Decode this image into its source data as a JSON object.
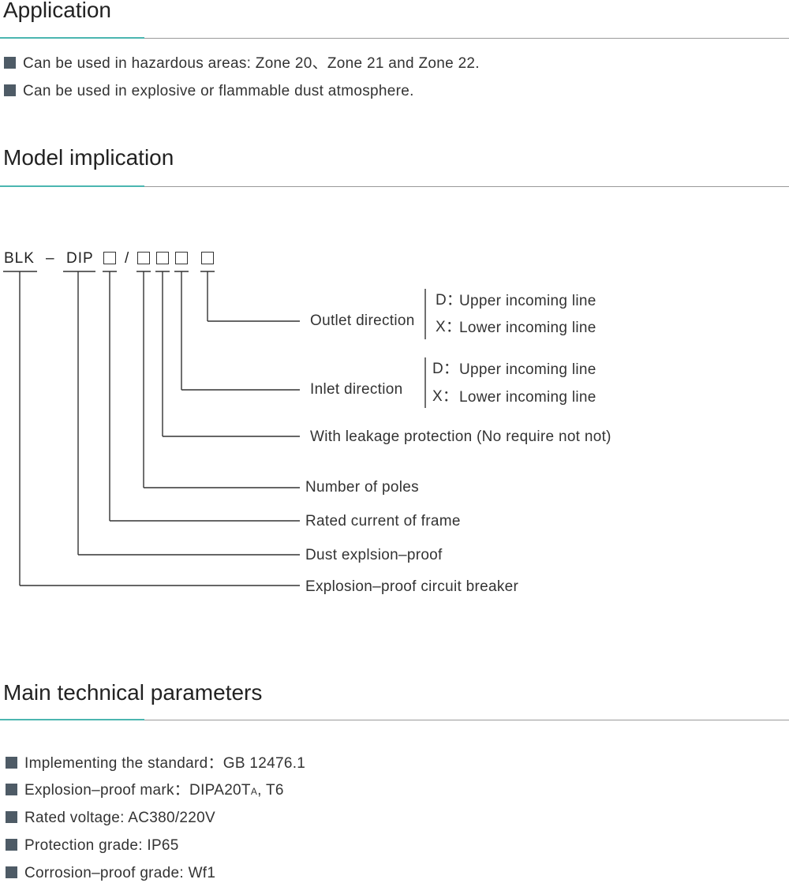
{
  "application": {
    "title": "Application",
    "items": [
      "Can be used in hazardous areas: Zone 20、Zone 21 and Zone 22.",
      "Can be used in explosive or flammable dust atmosphere."
    ]
  },
  "model": {
    "title": "Model implication",
    "code": {
      "prefix": "BLK",
      "dash": "–",
      "mid": "DIP",
      "slash": "/"
    },
    "outlet": {
      "label": "Outlet direction",
      "d_key": "D：",
      "d_val": "Upper incoming line",
      "x_key": "X：",
      "x_val": "Lower incoming line"
    },
    "inlet": {
      "label": "Inlet direction",
      "d_key": "D：",
      "d_val": "Upper incoming line",
      "x_key": "X：",
      "x_val": "Lower incoming line"
    },
    "leakage": "With leakage protection (No require not not)",
    "poles": "Number of poles",
    "rated_frame": "Rated current of frame",
    "dust": "Dust explsion–proof",
    "breaker": "Explosion–proof circuit breaker"
  },
  "params": {
    "title": "Main technical parameters",
    "standard": "Implementing the standard：GB 12476.1",
    "mark_prefix": "Explosion–proof mark：DIPA20T",
    "mark_sub": "A",
    "mark_suffix": ", T6",
    "voltage": "Rated voltage: AC380/220V",
    "protection": "Protection grade: IP65",
    "corrosion": "Corrosion–proof grade: Wf1"
  }
}
